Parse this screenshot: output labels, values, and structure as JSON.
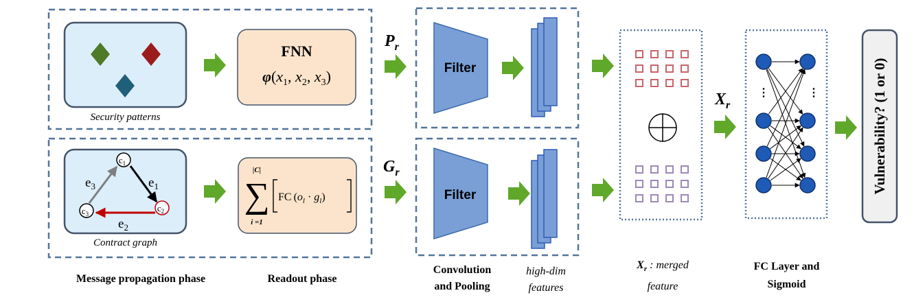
{
  "panels": {
    "security_caption": "Security patterns",
    "contract_caption": "Contract graph",
    "fnn_title": "FNN",
    "fnn_formula": {
      "phi": "φ",
      "open": "(",
      "x": "x",
      "s1": "1",
      "sep1": ", ",
      "s2": "2",
      "sep2": ", ",
      "s3": "3",
      "close": ")"
    },
    "readout_formula": {
      "sum_upper": "|C|",
      "sum_lower": "i =1",
      "fc": "FC",
      "o": "o",
      "o_sub": "l",
      "dot": " · ",
      "g": "g",
      "g_sub": "l"
    },
    "graph": {
      "nodes": [
        {
          "label": "c",
          "sub": "1"
        },
        {
          "label": "c",
          "sub": "2"
        },
        {
          "label": "c",
          "sub": "3"
        }
      ],
      "edges": [
        {
          "label": "e",
          "sub": "1"
        },
        {
          "label": "e",
          "sub": "2"
        },
        {
          "label": "e",
          "sub": "3"
        }
      ]
    }
  },
  "streams": {
    "pr": {
      "label": "P",
      "sub": "r"
    },
    "gr": {
      "label": "G",
      "sub": "r"
    },
    "xr": {
      "label": "X",
      "sub": "r"
    }
  },
  "filter_label": "Filter",
  "merge": {
    "label": "X",
    "sub": "r",
    "text_line1": " : merged",
    "text_line2": "feature"
  },
  "output_label": "Vulnerability? (1 or 0)",
  "bottom_labels": {
    "message_phase": "Message propagation phase",
    "readout_phase": "Readout phase",
    "conv_line1": "Convolution",
    "conv_line2": "and Pooling",
    "highdim_line1": "high-dim",
    "highdim_line2": "features",
    "fc_line1": "FC Layer and",
    "fc_line2": "Sigmoid"
  },
  "colors": {
    "dash_border": "#52749b",
    "panel_fill": "#dceefa",
    "panel_border": "#44546a",
    "readout_fill": "#fce4cc",
    "arrow_green": "#5fa82a",
    "filter_fill": "#7a9fd6",
    "filter_border": "#3d6bab",
    "node_blue": "#1f5bb6",
    "red_sq": "#c9646a",
    "purple_sq": "#9d88b8",
    "diamond_green": "#4f7a27",
    "diamond_red": "#9b1c1c",
    "diamond_teal": "#1f5f7a"
  }
}
